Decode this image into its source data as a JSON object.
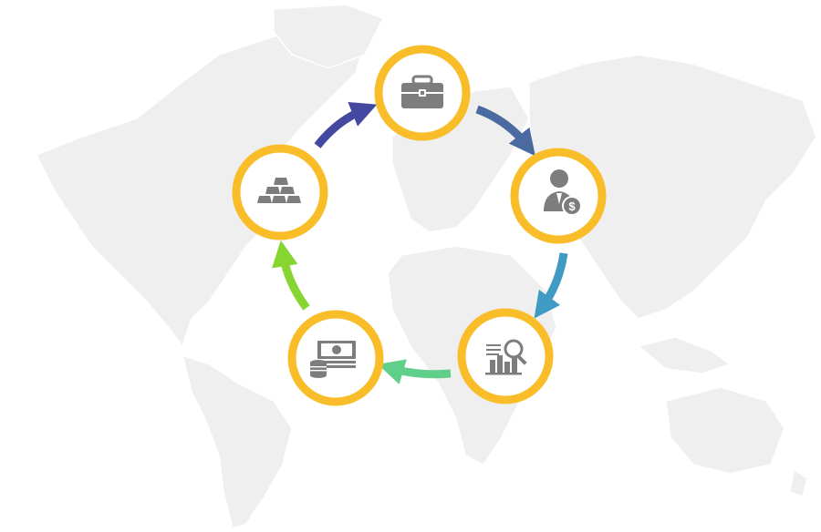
{
  "diagram": {
    "type": "cycle",
    "background": "world-map",
    "nodes": [
      {
        "id": "briefcase",
        "icon": "briefcase-icon"
      },
      {
        "id": "investor",
        "icon": "businessman-dollar-icon"
      },
      {
        "id": "analysis",
        "icon": "chart-magnifier-icon"
      },
      {
        "id": "cash",
        "icon": "cash-and-coins-icon"
      },
      {
        "id": "gold",
        "icon": "gold-bars-icon"
      }
    ],
    "arrows": [
      {
        "from": "briefcase",
        "to": "investor",
        "color": "#4a6aa0"
      },
      {
        "from": "investor",
        "to": "analysis",
        "color": "#3f9ac4"
      },
      {
        "from": "analysis",
        "to": "cash",
        "color": "#5fcf8a"
      },
      {
        "from": "cash",
        "to": "gold",
        "color": "#86d531"
      },
      {
        "from": "gold",
        "to": "briefcase",
        "color": "#4548a0"
      }
    ],
    "colors": {
      "ring": "#f9bd2a",
      "icon": "#7d7d7d",
      "map": "#efefef"
    }
  }
}
